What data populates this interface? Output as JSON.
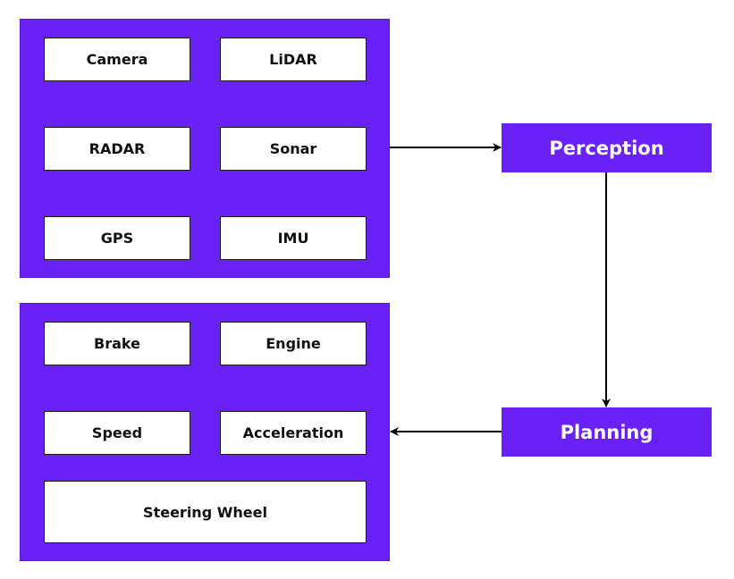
{
  "sensors": {
    "items": [
      "Camera",
      "LiDAR",
      "RADAR",
      "Sonar",
      "GPS",
      "IMU"
    ]
  },
  "actuators": {
    "items": [
      "Brake",
      "Engine",
      "Speed",
      "Acceleration"
    ],
    "wide_item": "Steering Wheel"
  },
  "stages": {
    "perception": "Perception",
    "planning": "Planning"
  },
  "colors": {
    "group_fill": "#6a21f5",
    "box_fill": "#ffffff",
    "arrow": "#000000"
  }
}
